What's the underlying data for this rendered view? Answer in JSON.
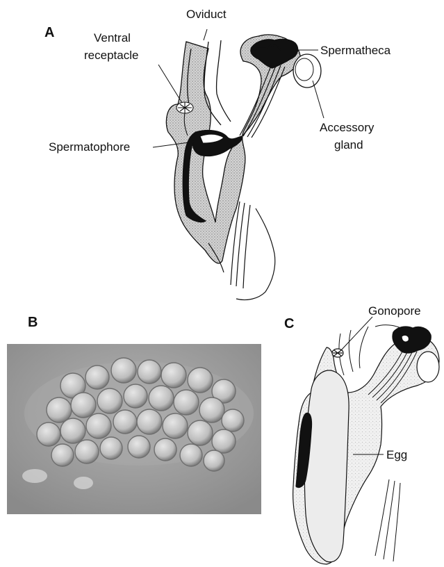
{
  "panels": {
    "a": {
      "letter": "A"
    },
    "b": {
      "letter": "B"
    },
    "c": {
      "letter": "C"
    }
  },
  "labels": {
    "oviduct": "Oviduct",
    "ventral_receptacle_line1": "Ventral",
    "ventral_receptacle_line2": "receptacle",
    "spermatheca": "Spermatheca",
    "accessory_line1": "Accessory",
    "accessory_line2": "gland",
    "spermatophore": "Spermatophore",
    "gonopore": "Gonopore",
    "egg": "Egg"
  },
  "colors": {
    "stipple": "#c9c9c9",
    "ink": "#111111",
    "photo_bg": "#9a9a9a"
  }
}
